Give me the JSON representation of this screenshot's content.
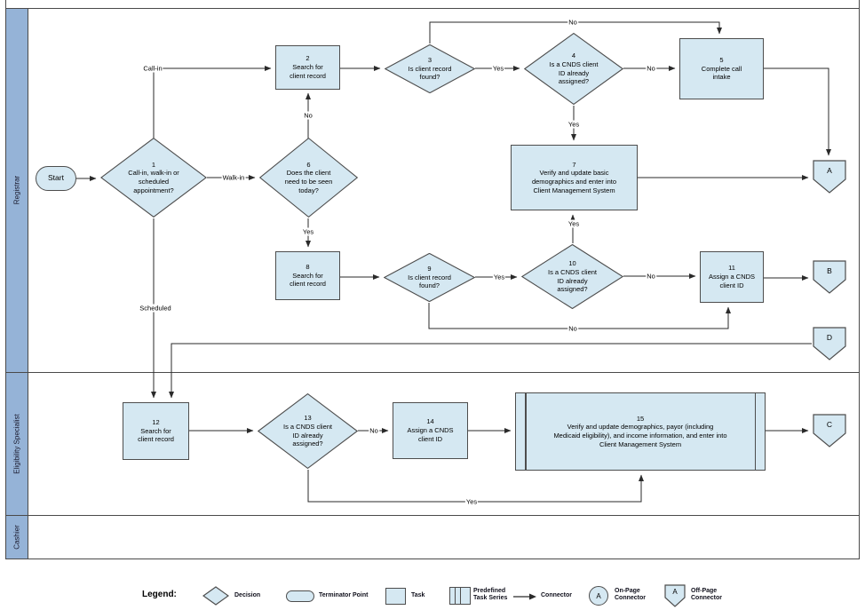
{
  "lanes": [
    {
      "label": "Registrar"
    },
    {
      "label": "Eligibility Specialist"
    },
    {
      "label": "Cashier"
    }
  ],
  "nodes": {
    "start": {
      "text": "Start"
    },
    "n1": {
      "num": "1",
      "text": "Call-in, walk-in or scheduled appointment?"
    },
    "n2": {
      "num": "2",
      "text": "Search for client record"
    },
    "n3": {
      "num": "3",
      "text": "Is client record found?"
    },
    "n4": {
      "num": "4",
      "text": "Is a CNDS client ID already assigned?"
    },
    "n5": {
      "num": "5",
      "text": "Complete call intake"
    },
    "n6": {
      "num": "6",
      "text": "Does the client need to be seen today?"
    },
    "n7": {
      "num": "7",
      "text": "Verify and update basic demographics and enter into Client Management System"
    },
    "n8": {
      "num": "8",
      "text": "Search for client record"
    },
    "n9": {
      "num": "9",
      "text": "Is client record found?"
    },
    "n10": {
      "num": "10",
      "text": "Is a CNDS client ID already assigned?"
    },
    "n11": {
      "num": "11",
      "text": "Assign a CNDS client ID"
    },
    "n12": {
      "num": "12",
      "text": "Search for client record"
    },
    "n13": {
      "num": "13",
      "text": "Is a CNDS client ID already assigned?"
    },
    "n14": {
      "num": "14",
      "text": "Assign a CNDS client ID"
    },
    "n15": {
      "num": "15",
      "text": "Verify and update demographics, payor (including Medicaid eligibility), and income information, and enter into Client Management System"
    }
  },
  "offpage": {
    "a": "A",
    "b": "B",
    "c": "C",
    "d": "D"
  },
  "labels": {
    "yes": "Yes",
    "no": "No",
    "call_in": "Call-in",
    "walk_in": "Walk-in",
    "scheduled": "Scheduled"
  },
  "legend": {
    "title": "Legend:",
    "decision": "Decision",
    "terminator": "Terminator Point",
    "task": "Task",
    "predefined": "Predefined Task Series",
    "connector": "Connector",
    "onpage": "On-Page Connector",
    "onpage_letter": "A",
    "offpage": "Off-Page Connector",
    "offpage_letter": "A"
  },
  "colors": {
    "shape_fill": "#d5e8f2",
    "shape_border": "#4d4d4d",
    "lane_fill": "#95b3d7",
    "line": "#2a2a2a",
    "frame_border": "#4a4a4a"
  }
}
